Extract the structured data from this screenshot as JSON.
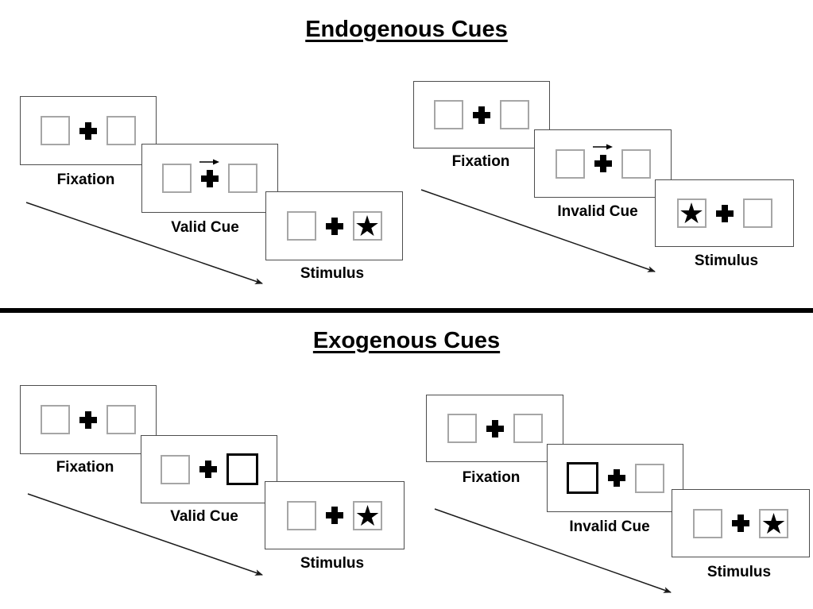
{
  "sections": [
    {
      "id": "endogenous",
      "title": "Endogenous Cues",
      "sequences": [
        {
          "id": "valid",
          "steps": [
            {
              "label": "Fixation",
              "content": "two-empty-boxes-with-central-cross"
            },
            {
              "label": "Valid Cue",
              "content": "central-arrow-cue",
              "cue": "arrow-right"
            },
            {
              "label": "Stimulus",
              "content": "star-target",
              "target_side": "right"
            }
          ]
        },
        {
          "id": "invalid",
          "steps": [
            {
              "label": "Fixation",
              "content": "two-empty-boxes-with-central-cross"
            },
            {
              "label": "Invalid Cue",
              "content": "central-arrow-cue",
              "cue": "arrow-right"
            },
            {
              "label": "Stimulus",
              "content": "star-target",
              "target_side": "left"
            }
          ]
        }
      ]
    },
    {
      "id": "exogenous",
      "title": "Exogenous Cues",
      "sequences": [
        {
          "id": "valid",
          "steps": [
            {
              "label": "Fixation",
              "content": "two-empty-boxes-with-central-cross"
            },
            {
              "label": "Valid Cue",
              "content": "peripheral-highlighted-box",
              "cue": "bold-box-right"
            },
            {
              "label": "Stimulus",
              "content": "star-target",
              "target_side": "right"
            }
          ]
        },
        {
          "id": "invalid",
          "steps": [
            {
              "label": "Fixation",
              "content": "two-empty-boxes-with-central-cross"
            },
            {
              "label": "Invalid Cue",
              "content": "peripheral-highlighted-box",
              "cue": "bold-box-left"
            },
            {
              "label": "Stimulus",
              "content": "star-target",
              "target_side": "right"
            }
          ]
        }
      ]
    }
  ],
  "icons": {
    "star_glyph": "★",
    "fixation_cross": "heavy-plus-icon",
    "cue_arrow": "right-arrow-icon",
    "sequence_arrow": "diagonal-arrow-down-right"
  },
  "colors": {
    "background": "#ffffff",
    "ink": "#000000",
    "panel_border": "#4d4d4d",
    "box_border": "#a6a6a6",
    "divider": "#000000"
  }
}
